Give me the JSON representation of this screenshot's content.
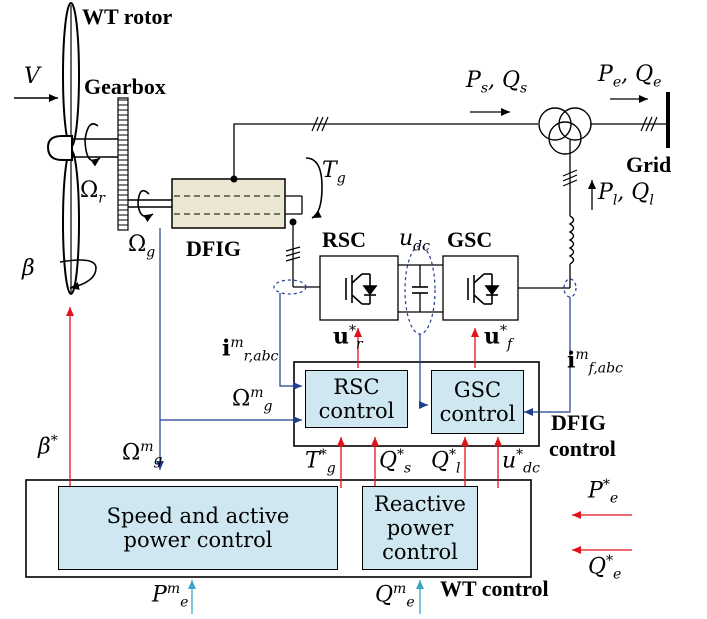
{
  "labels": {
    "wt_rotor": "WT rotor",
    "gearbox": "Gearbox",
    "dfig": "DFIG",
    "rsc": "RSC",
    "gsc": "GSC",
    "grid": "Grid",
    "dfig_control_line1": "DFIG",
    "dfig_control_line2": "control",
    "wt_control": "WT control"
  },
  "blocks": {
    "rsc_control": "RSC control",
    "gsc_control": "GSC control",
    "speed_control": "Speed and active power control",
    "reactive_control": "Reactive power control"
  },
  "symbols": {
    "V": "V",
    "omega_r": "Ω",
    "omega_r_sub": "r",
    "omega_g": "Ω",
    "omega_g_sub": "g",
    "beta": "β",
    "T": "T",
    "T_sub": "g",
    "u_dc": "u",
    "u_dc_sub": "dc",
    "Ps_Qs": "P",
    "Pe_Qe": "P",
    "Pl_Ql": "P",
    "ir_abc": "i",
    "if_abc": "i",
    "ur_star": "u",
    "uf_star": "u",
    "omega_gm": "Ω",
    "beta_star": "β",
    "Tg_star": "T",
    "Qs_star": "Q",
    "Ql_star": "Q",
    "udc_star": "u",
    "Pe_star": "P",
    "Qe_star": "Q",
    "Pe_m": "P",
    "Qe_m": "Q"
  },
  "colors": {
    "block_fill": "#cfe7f1",
    "dfig_fill": "#ece7d3",
    "converter_fill": "#ffffff",
    "reference_arrow": "#e0121b",
    "measurement_arrow": "#1f3e8c",
    "measurement_arrow_light": "#3aa6c8",
    "line": "#000000"
  }
}
